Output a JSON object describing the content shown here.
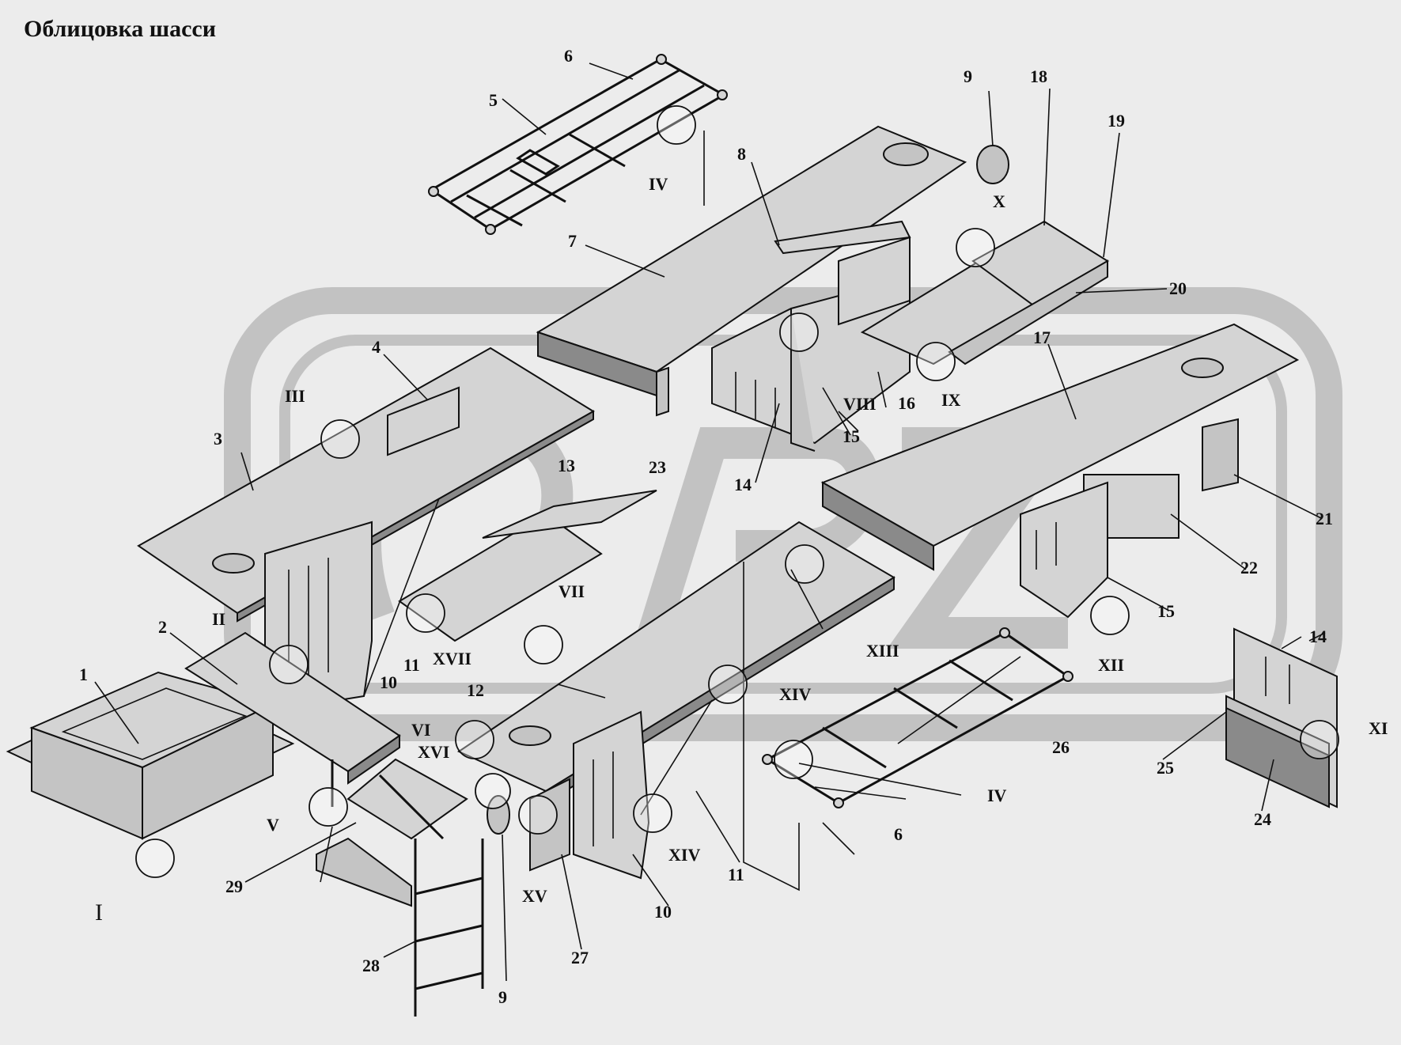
{
  "title": "Облицовка шасси",
  "colors": {
    "background": "#ececec",
    "parts": "#d4d4d4",
    "lines": "#111111",
    "watermark": "#c2c2c2"
  },
  "labels": {
    "n1": "1",
    "n2": "2",
    "n3": "3",
    "n4": "4",
    "n5": "5",
    "n6a": "6",
    "n6b": "6",
    "n7": "7",
    "n8": "8",
    "n9a": "9",
    "n9b": "9",
    "n10a": "10",
    "n10b": "10",
    "n11a": "11",
    "n11b": "11",
    "n12": "12",
    "n13": "13",
    "n14a": "14",
    "n14b": "14",
    "n15a": "15",
    "n15b": "15",
    "n16": "16",
    "n17": "17",
    "n18": "18",
    "n19": "19",
    "n20": "20",
    "n21": "21",
    "n22": "22",
    "n23": "23",
    "n24": "24",
    "n25": "25",
    "n26": "26",
    "n27": "27",
    "n28": "28",
    "n29": "29",
    "rI": "I",
    "rII": "II",
    "rIII": "III",
    "rIVa": "IV",
    "rIVb": "IV",
    "rV": "V",
    "rVI": "VI",
    "rVII": "VII",
    "rVIII": "VIII",
    "rIX": "IX",
    "rX": "X",
    "rXI": "XI",
    "rXII": "XII",
    "rXIII": "XIII",
    "rXIVa": "XIV",
    "rXIVb": "XIV",
    "rXV": "XV",
    "rXVI": "XVI",
    "rXVII": "XVII"
  }
}
